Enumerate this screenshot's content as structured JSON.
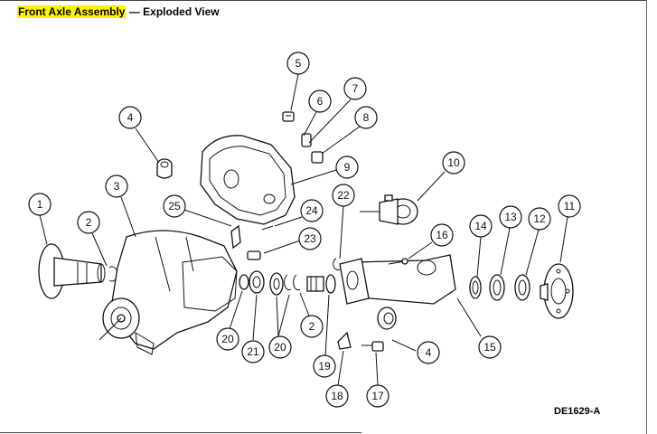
{
  "header": {
    "title": "Front Axle Assembly",
    "subtitle": "— Exploded View"
  },
  "drawing_code": "DE1629-A",
  "callouts": [
    {
      "id": "c1",
      "label": "1"
    },
    {
      "id": "c2a",
      "label": "2"
    },
    {
      "id": "c3",
      "label": "3"
    },
    {
      "id": "c4a",
      "label": "4"
    },
    {
      "id": "c5",
      "label": "5"
    },
    {
      "id": "c6",
      "label": "6"
    },
    {
      "id": "c7",
      "label": "7"
    },
    {
      "id": "c8",
      "label": "8"
    },
    {
      "id": "c9",
      "label": "9"
    },
    {
      "id": "c10",
      "label": "10"
    },
    {
      "id": "c11",
      "label": "11"
    },
    {
      "id": "c12",
      "label": "12"
    },
    {
      "id": "c13",
      "label": "13"
    },
    {
      "id": "c14",
      "label": "14"
    },
    {
      "id": "c15",
      "label": "15"
    },
    {
      "id": "c16",
      "label": "16"
    },
    {
      "id": "c17",
      "label": "17"
    },
    {
      "id": "c18",
      "label": "18"
    },
    {
      "id": "c19",
      "label": "19"
    },
    {
      "id": "c20a",
      "label": "20"
    },
    {
      "id": "c20b",
      "label": "20"
    },
    {
      "id": "c21",
      "label": "21"
    },
    {
      "id": "c22",
      "label": "22"
    },
    {
      "id": "c23",
      "label": "23"
    },
    {
      "id": "c24",
      "label": "24"
    },
    {
      "id": "c25",
      "label": "25"
    },
    {
      "id": "c2b",
      "label": "2"
    },
    {
      "id": "c4b",
      "label": "4"
    }
  ]
}
